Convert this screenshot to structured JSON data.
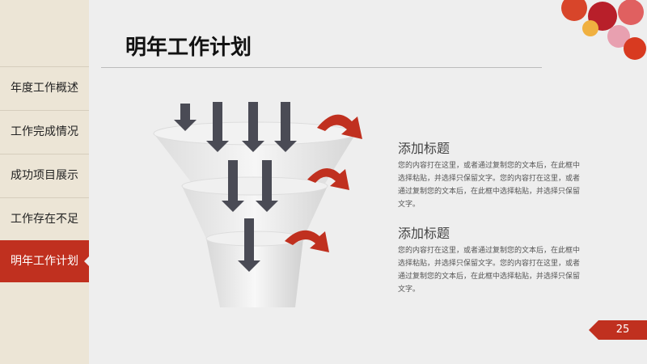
{
  "title": "明年工作计划",
  "sidebar": {
    "items": [
      {
        "label": "年度工作概述"
      },
      {
        "label": "工作完成情况"
      },
      {
        "label": "成功项目展示"
      },
      {
        "label": "工作存在不足"
      },
      {
        "label": "明年工作计划",
        "active": true
      }
    ]
  },
  "sections": [
    {
      "heading": "添加标题",
      "body": "您的内容打在这里，或者通过复制您的文本后，在此框中选择粘贴，并选择只保留文字。您的内容打在这里，或者通过复制您的文本后，在此框中选择粘贴，并选择只保留文字。"
    },
    {
      "heading": "添加标题",
      "body": "您的内容打在这里，或者通过复制您的文本后，在此框中选择粘贴，并选择只保留文字。您的内容打在这里，或者通过复制您的文本后，在此框中选择粘贴，并选择只保留文字。"
    }
  ],
  "page_number": "25",
  "colors": {
    "accent": "#c0301f",
    "arrow": "#4a4b55"
  }
}
